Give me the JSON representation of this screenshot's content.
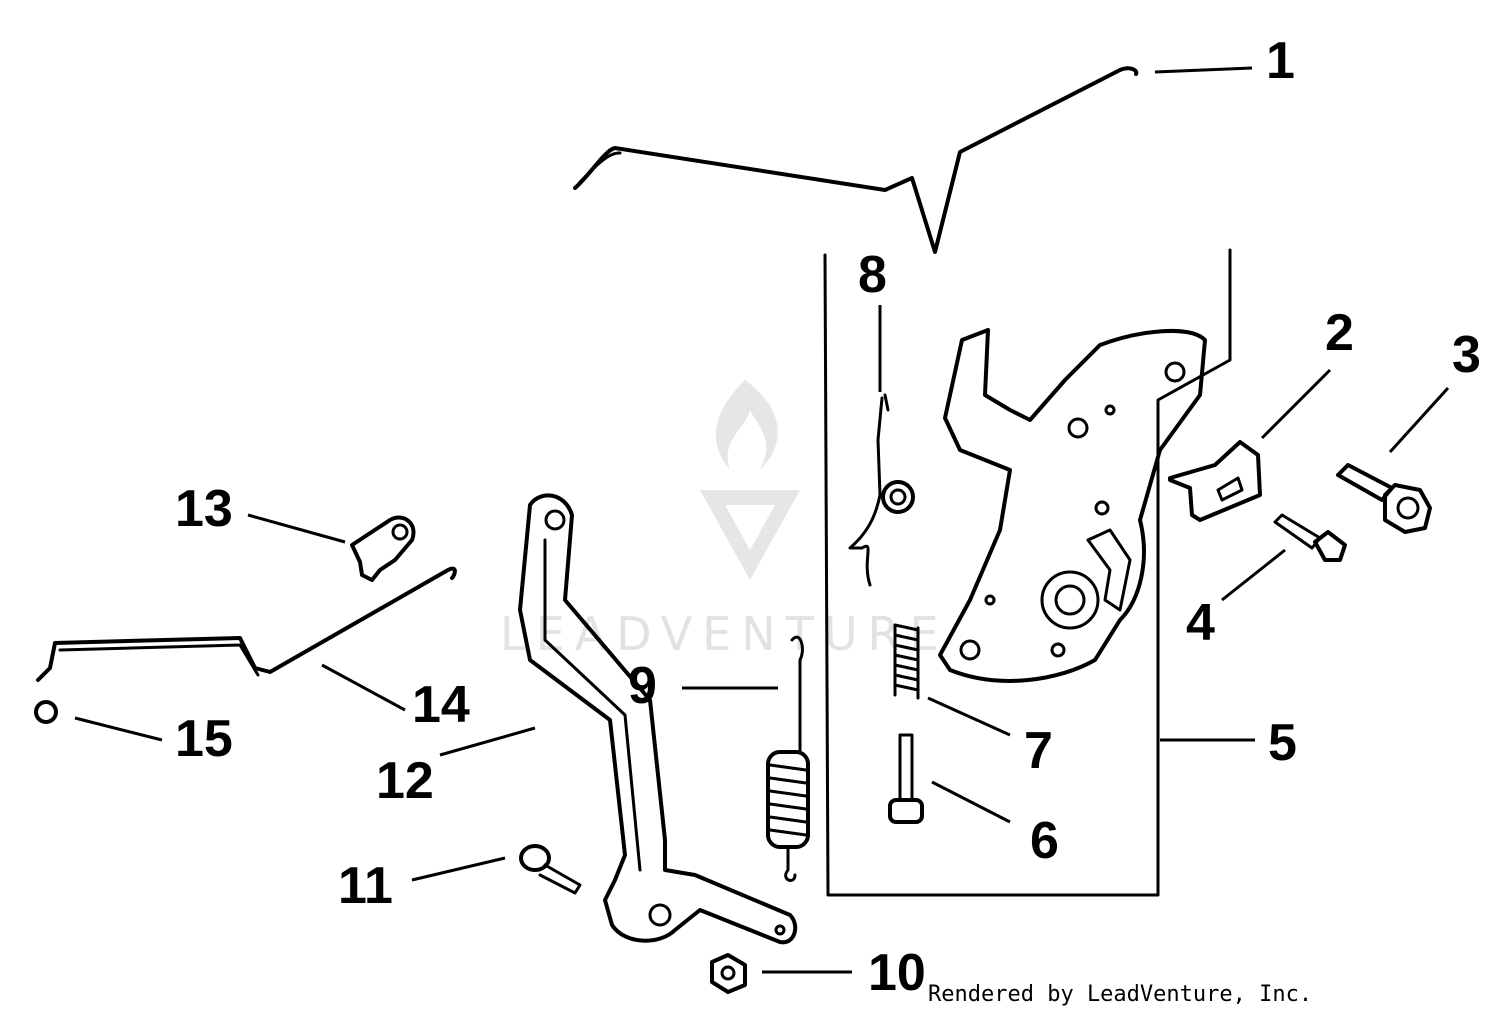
{
  "watermark": {
    "text": "LEADVENTURE",
    "color": "#e2e2e2"
  },
  "credit": "Rendered by LeadVenture, Inc.",
  "callouts": [
    {
      "id": "1",
      "label": "1"
    },
    {
      "id": "2",
      "label": "2"
    },
    {
      "id": "3",
      "label": "3"
    },
    {
      "id": "4",
      "label": "4"
    },
    {
      "id": "5",
      "label": "5"
    },
    {
      "id": "6",
      "label": "6"
    },
    {
      "id": "7",
      "label": "7"
    },
    {
      "id": "8",
      "label": "8"
    },
    {
      "id": "9",
      "label": "9"
    },
    {
      "id": "10",
      "label": "10"
    },
    {
      "id": "11",
      "label": "11"
    },
    {
      "id": "12",
      "label": "12"
    },
    {
      "id": "13",
      "label": "13"
    },
    {
      "id": "14",
      "label": "14"
    },
    {
      "id": "15",
      "label": "15"
    }
  ]
}
